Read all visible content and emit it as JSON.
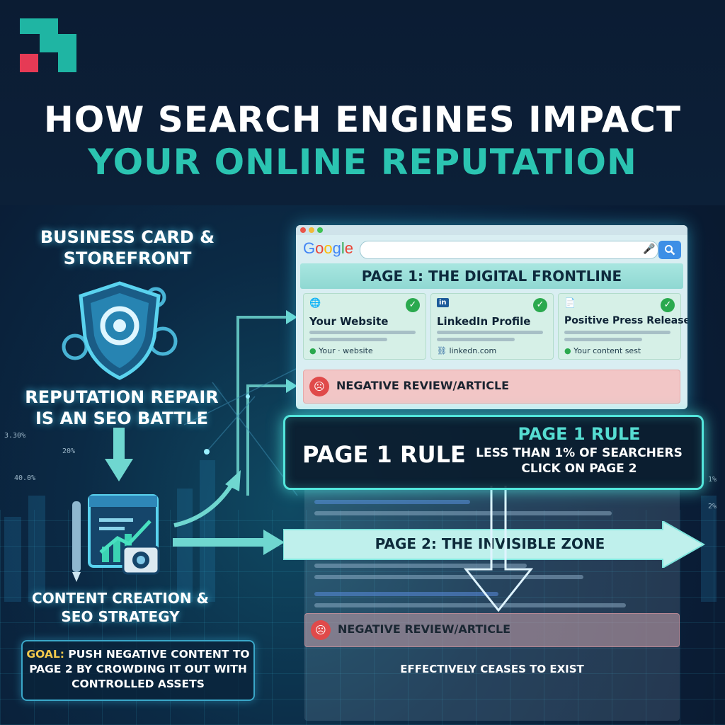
{
  "colors": {
    "accent_teal": "#2bc4b1",
    "logo_teal": "#1fb5a3",
    "logo_red": "#e63a55",
    "check_green": "#2aa94e",
    "negative_red": "#e04a4a",
    "glow": "#53e6dc",
    "goal_highlight": "#f2c94c"
  },
  "header": {
    "title_line1": "HOW SEARCH ENGINES IMPACT",
    "title_line2": "YOUR ONLINE REPUTATION"
  },
  "left_column": {
    "label1": "BUSINESS CARD & STOREFRONT",
    "label2": "REPUTATION REPAIR IS AN SEO BATTLE",
    "label3": "CONTENT CREATION & SEO STRATEGY",
    "goal_prefix": "GOAL:",
    "goal_text": "PUSH NEGATIVE CONTENT TO PAGE 2 BY CROWDING IT OUT WITH CONTROLLED ASSETS",
    "side_numbers": [
      "3.30%",
      "20%",
      "40.0%"
    ]
  },
  "right_numbers": [
    "1%",
    "2%"
  ],
  "browser": {
    "logo": "Google",
    "page1_heading": "PAGE 1: THE DIGITAL FRONTLINE",
    "cards": [
      {
        "icon": "globe-icon",
        "title": "Your Website",
        "footer": "Your · website"
      },
      {
        "icon": "linkedin-icon",
        "title": "LinkedIn Profile",
        "footer": "linkedn.com"
      },
      {
        "icon": "document-icon",
        "title": "Positive Press Release",
        "footer": "Your content sest"
      }
    ],
    "negative_label": "NEGATIVE REVIEW/ARTICLE"
  },
  "rule": {
    "big_label": "PAGE 1 RULE",
    "title": "PAGE 1 RULE",
    "subtitle": "LESS THAN 1% OF SEARCHERS CLICK ON PAGE 2"
  },
  "page2": {
    "heading": "PAGE 2: THE INVISIBLE ZONE",
    "negative_label": "NEGATIVE REVIEW/ARTICLE",
    "footer": "EFFECTIVELY CEASES TO EXIST"
  }
}
